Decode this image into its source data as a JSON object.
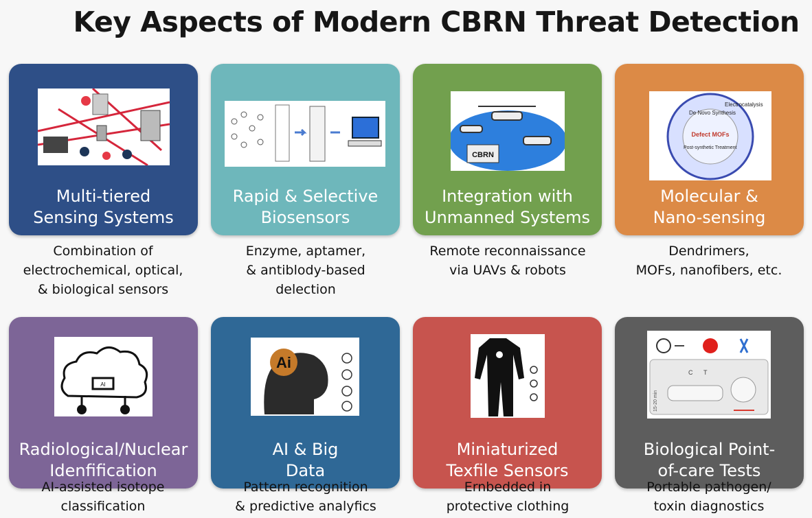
{
  "title": "Key Aspects of Modern CBRN Threat Detection",
  "colors": {
    "multi": "#2e4f87",
    "rapid": "#6eb7bb",
    "unmanned": "#72a04e",
    "nano": "#dc8a46",
    "radio": "#7d6597",
    "ai": "#2f6896",
    "textile": "#c7544e",
    "bio": "#5d5d5d"
  },
  "cards": [
    {
      "id": "multi",
      "label": "Multi-tiered\nSensing Systems",
      "desc": "Combination of\nelectrochemical, optical,\n& biological sensors",
      "icon": "sensor-network-icon"
    },
    {
      "id": "rapid",
      "label": "Rapid & Selective\nBiosensors",
      "desc": "Enzyme, aptamer,\n& antiblody-based\ndelection",
      "icon": "biosensor-flow-icon"
    },
    {
      "id": "unmanned",
      "label": "Integration with\nUnmanned Systems",
      "desc": "Remote reconnaissance\nvia UAVs & robots",
      "icon": "drone-icon"
    },
    {
      "id": "nano",
      "label": "Molecular &\nNano-sensing",
      "desc": "Dendrimers,\nMOFs, nanofibers, etc.",
      "icon": "mof-wheel-icon"
    },
    {
      "id": "radio",
      "label": "Radiological/Nuclear\nIdenfification",
      "desc": "AI-assisted isotope\nclassification",
      "icon": "ai-cloud-icon"
    },
    {
      "id": "ai",
      "label": "AI & Big\nData",
      "desc": "Pattern recognition\n& predictive analyfics",
      "icon": "ai-head-icon"
    },
    {
      "id": "textile",
      "label": "Miniaturized\nTexfile Sensors",
      "desc": "Ernbedded in\nprotective clothing",
      "icon": "protective-suit-icon"
    },
    {
      "id": "bio",
      "label": "Biological Point-\nof-care Tests",
      "desc": "Portable pathogen/\ntoxin diagnostics",
      "icon": "test-strip-icon"
    }
  ],
  "pic_text": {
    "cbrn": "CBRN",
    "ai": "Ai",
    "ai_chip": "AI",
    "mof_center": "Defect\nMOFs",
    "mof_ring": "Electrocatalysis",
    "mof_ring2": "De Novo Synthesis",
    "mof_ring3": "Post-synthetic Treatment",
    "strip_c": "C",
    "strip_t": "T",
    "strip_time": "15-20 min"
  }
}
